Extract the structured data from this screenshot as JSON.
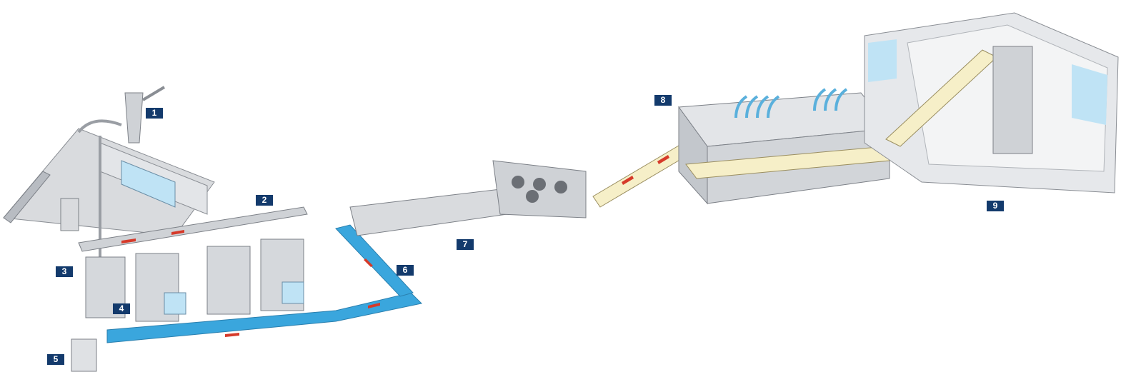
{
  "diagram": {
    "type": "production-line-illustration",
    "colors": {
      "badge": "#133a6c",
      "conveyor": "#3aa6dd",
      "steel": "#c9ccd1",
      "belt": "#f6efc8",
      "arrow": "#d63a2a",
      "glass": "#bfe3f5"
    },
    "stations": [
      {
        "label": "1"
      },
      {
        "label": "2"
      },
      {
        "label": "3"
      },
      {
        "label": "4"
      },
      {
        "label": "5"
      },
      {
        "label": "6"
      },
      {
        "label": "7"
      },
      {
        "label": "8"
      },
      {
        "label": "9"
      }
    ]
  }
}
